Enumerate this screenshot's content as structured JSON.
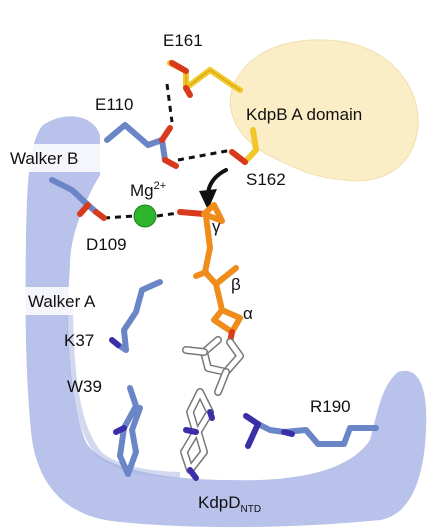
{
  "labels": {
    "e161": "E161",
    "e110": "E110",
    "kdpb_domain": "KdpB A domain",
    "walker_b": "Walker B",
    "s162": "S162",
    "mg": "Mg",
    "mg_charge": "2+",
    "gamma": "γ",
    "d109": "D109",
    "beta": "β",
    "walker_a": "Walker A",
    "alpha": "α",
    "k37": "K37",
    "w39": "W39",
    "r190": "R190",
    "kdpd": "KdpD",
    "kdpd_sub": "NTD"
  },
  "colors": {
    "kdpd_surface": "#b8c2ea",
    "kdpb_surface": "#fbeec7",
    "kdpb_residue": "#f2c72a",
    "kdpd_residue": "#6b86c6",
    "nitrogen": "#3b2fa8",
    "oxygen": "#d83a1e",
    "phosphate": "#ef8c1c",
    "magnesium": "#2db52d",
    "ring_white": "#ffffff"
  },
  "icons": [
    "magnesium-ion-icon",
    "curved-arrow-icon"
  ]
}
